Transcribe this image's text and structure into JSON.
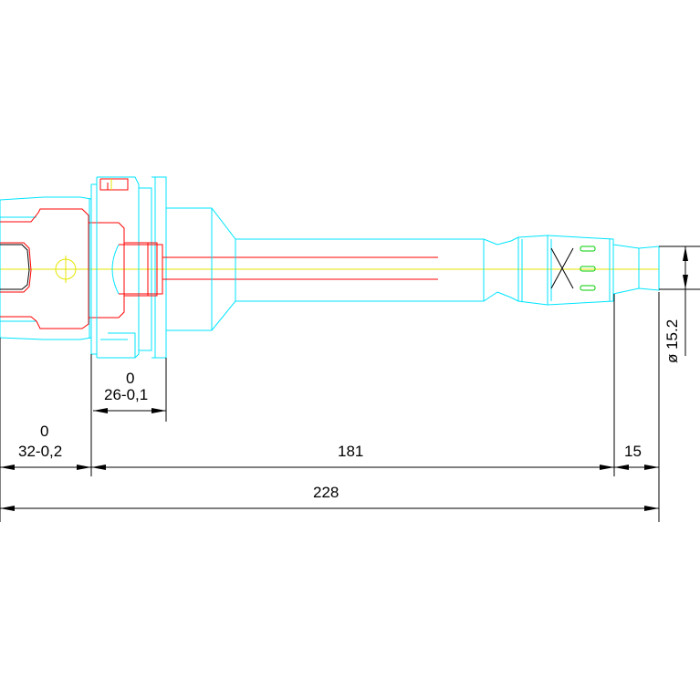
{
  "colors": {
    "outline": "#00e5ff",
    "inner": "#ff0000",
    "centerline": "#e6e600",
    "detail": "#00cc00",
    "dimension": "#000000",
    "background": "#ffffff"
  },
  "dimensions": {
    "flange_tol_upper": "0",
    "flange_width": "26-0,1",
    "taper_tol_upper": "0",
    "taper_length": "32-0,2",
    "shank_length": "181",
    "tip_length": "15",
    "total_length": "228",
    "diameter": "ø 15.2"
  }
}
